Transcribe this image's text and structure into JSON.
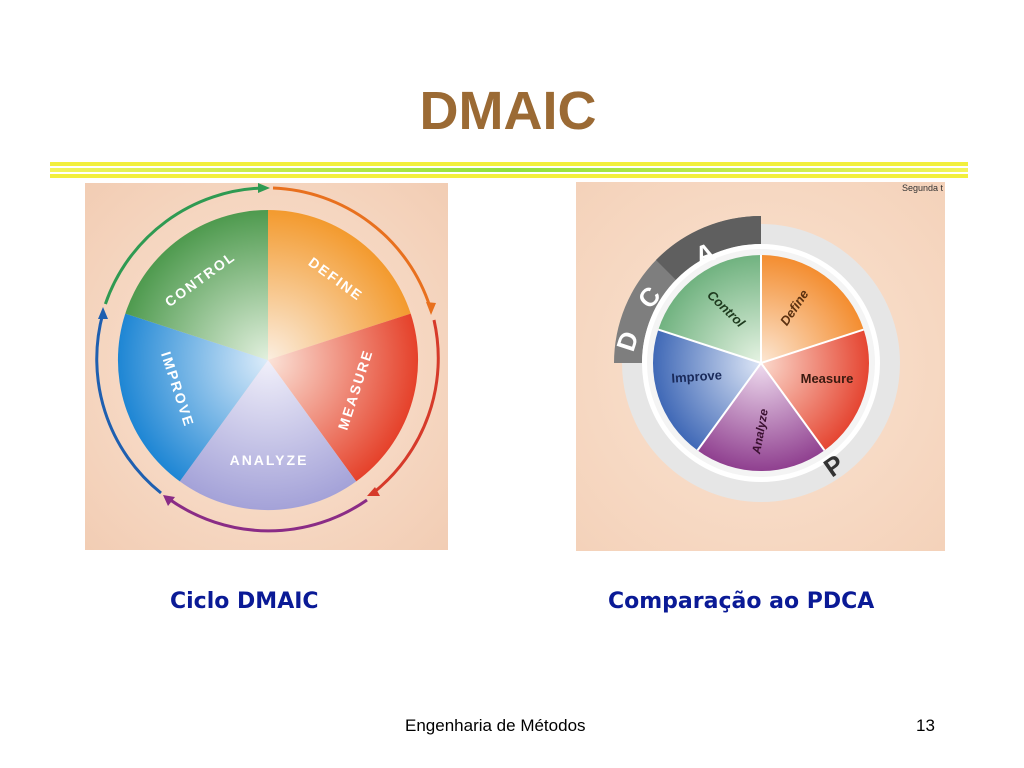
{
  "slide": {
    "title": "DMAIC",
    "footer": "Engenharia de Métodos",
    "page_number": "13"
  },
  "left_figure": {
    "caption": "Ciclo DMAIC",
    "segments": [
      "DEFINE",
      "MEASURE",
      "ANALYZE",
      "IMPROVE",
      "CONTROL"
    ]
  },
  "right_figure": {
    "caption": "Comparação ao PDCA",
    "corner_text": "Segunda t",
    "segments": [
      "Define",
      "Measure",
      "Analyze",
      "Improve",
      "Control"
    ],
    "pdca_letters": [
      "D",
      "C",
      "A",
      "P"
    ]
  },
  "colors": {
    "title": "#9b6a34",
    "caption": "#0a1a96",
    "define": "#f4a23a",
    "measure": "#e8502f",
    "analyze": "#a9a7db",
    "improve": "#2c8fd6",
    "control": "#5aa05a",
    "panel_bg": "#f7dcc8"
  }
}
